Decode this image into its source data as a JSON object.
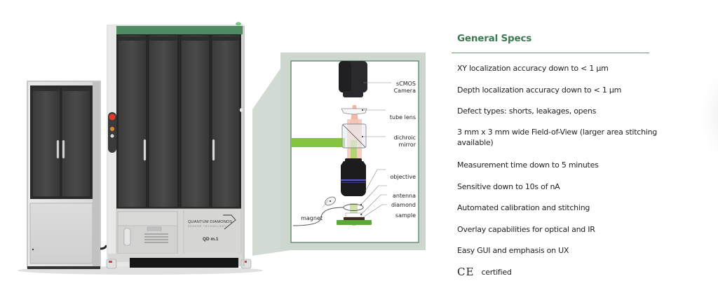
{
  "specs": {
    "title": "General Specs",
    "items": [
      "XY localization accuracy down to < 1 µm",
      "Depth localization accuracy down to < 1 µm",
      "Defect types: shorts, leakages, opens",
      "3 mm x 3 mm wide Field-of-View (larger area stitching available)",
      "Measurement time down to 5 minutes",
      "Sensitive down to 10s of nA",
      "Automated calibration and stitching",
      "Overlay capabilities for optical and IR",
      "Easy GUI and emphasis on UX"
    ],
    "certification": {
      "mark": "CE",
      "label": "certified"
    },
    "title_color": "#3d7a50"
  },
  "machine": {
    "brand_line1": "QUANTUM DIAMONDS",
    "brand_line2": "SENSOR TECHNOLOGY",
    "model": "QD m.1",
    "accent_color": "#4e8a62"
  },
  "diagram": {
    "labels": {
      "camera": [
        "sCMOS",
        "Camera"
      ],
      "tube_lens": "tube lens",
      "dichroic": [
        "dichroic",
        "mirror"
      ],
      "objective": "objective",
      "antenna": "antenna",
      "diamond": "diamond",
      "sample": "sample",
      "magnet": "magnet"
    },
    "colors": {
      "frame": "#cdd6cf",
      "border": "#5f8f6d",
      "laser": "#86c440",
      "emission": "#f2b8a6",
      "pcb": "#5aa83a"
    }
  }
}
